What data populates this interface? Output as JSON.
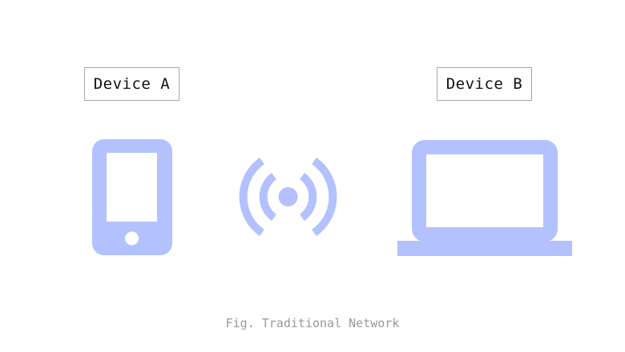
{
  "devices": {
    "a": {
      "label": "Device A",
      "icon": "smartphone-icon"
    },
    "b": {
      "label": "Device B",
      "icon": "laptop-icon"
    }
  },
  "connection": {
    "icon": "wireless-signal-icon"
  },
  "caption": "Fig. Traditional Network",
  "colors": {
    "icon": "#b3c1ff",
    "label_border": "#a6a6a6",
    "caption": "#999999"
  }
}
